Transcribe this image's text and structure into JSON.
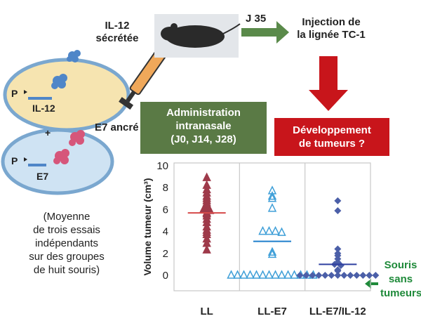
{
  "labels": {
    "il12_secreted": "IL-12\nsécrétée",
    "j35": "J 35",
    "injection": "Injection de\nla lignée TC-1",
    "e7_anchored": "E7 ancré",
    "promoter_1": "P",
    "gene_1": "IL-12",
    "plus": "+",
    "promoter_2": "P",
    "gene_2": "E7",
    "administration": "Administration\nintranasale\n(J0, J14, J28)",
    "development": "Développement\nde tumeurs ?",
    "note": "(Moyenne\nde trois essais\nindépendants\nsur des groupes\nde huit souris)",
    "mice_without": "Souris\nsans\ntumeurs"
  },
  "colors": {
    "ll": "#9e3a4a",
    "ll_e7": "#3f9fd8",
    "ll_e7_il12": "#4b5fa8",
    "mean_ll": "#d64a4a",
    "mean_ll_e7": "#1f7fcc",
    "mean_ll_e7_il12": "#2f3fa0",
    "green_box": "#5a7a45",
    "red_box": "#c8151b",
    "cell_fill_top": "#f6e4b0",
    "cell_fill_bottom": "#cfe3f3"
  },
  "chart_data": {
    "type": "scatter",
    "ylabel": "Volume tumeur (cm³)",
    "ylim": [
      0,
      10
    ],
    "yticks": [
      "0",
      "2",
      "4",
      "6",
      "8",
      "10"
    ],
    "categories": [
      "LL",
      "LL-E7",
      "LL-E7/IL-12"
    ],
    "series": [
      {
        "category": "LL",
        "marker": "triangle",
        "values": [
          8.9,
          8.2,
          7.8,
          7.5,
          7.2,
          7.0,
          6.8,
          6.6,
          6.4,
          6.2,
          6.0,
          5.9,
          5.7,
          5.6,
          5.4,
          5.1,
          4.8,
          4.4,
          4.1,
          3.9,
          3.7,
          3.3,
          2.9,
          2.3
        ],
        "mean": 5.7
      },
      {
        "category": "LL-E7",
        "marker": "triangle",
        "values": [
          7.7,
          7.2,
          7.0,
          6.1,
          4.0,
          4.0,
          4.0,
          3.9,
          2.1,
          1.9,
          0,
          0,
          0,
          0,
          0,
          0,
          0,
          0,
          0,
          0,
          0,
          0,
          0,
          0
        ],
        "mean": 3.1
      },
      {
        "category": "LL-E7/IL-12",
        "marker": "diamond",
        "values": [
          6.8,
          5.9,
          2.4,
          2.0,
          1.8,
          1.5,
          1.2,
          1.0,
          0.9,
          0.5,
          0.4,
          0,
          0,
          0,
          0,
          0,
          0,
          0,
          0,
          0,
          0,
          0,
          0,
          0
        ],
        "mean": 1.0
      }
    ]
  }
}
